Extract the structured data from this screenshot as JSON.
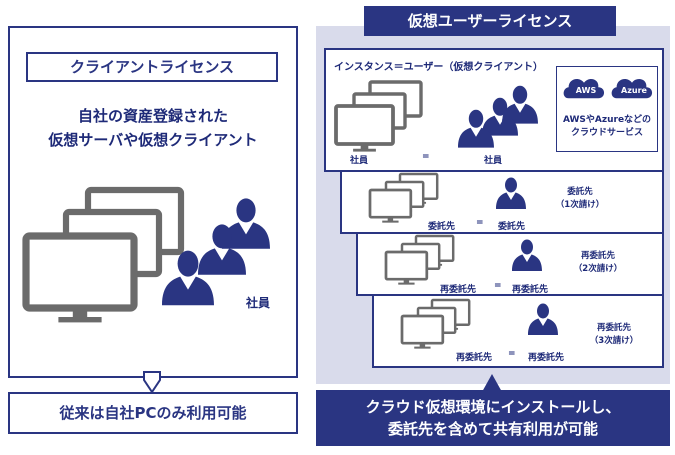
{
  "left": {
    "title": "クライアントライセンス",
    "desc_line1": "自社の資産登録された",
    "desc_line2": "仮想サーバや仮想クライアント",
    "person_label": "社員",
    "bottom": "従来は自社PCのみ利用可能"
  },
  "right": {
    "title": "仮想ユーザーライセンス",
    "header": "インスタンス＝ユーザー（仮想クライアント）",
    "cloud": {
      "aws": "AWS",
      "azure": "Azure",
      "line1": "AWSやAzureなどの",
      "line2": "クラウドサービス"
    },
    "rows": [
      {
        "left": "社員",
        "eq": "=",
        "right": "社員"
      },
      {
        "left": "委託先",
        "eq": "=",
        "right": "委託先",
        "side1": "委託先",
        "side2": "（1次請け）"
      },
      {
        "left": "再委託先",
        "eq": "=",
        "right": "再委託先",
        "side1": "再委託先",
        "side2": "（2次請け）"
      },
      {
        "left": "再委託先",
        "eq": "=",
        "right": "再委託先",
        "side1": "再委託先",
        "side2": "（3次請け）"
      }
    ],
    "bottom_line1": "クラウド仮想環境にインストールし、",
    "bottom_line2": "委託先を含めて共有利用が可能"
  },
  "colors": {
    "navy": "#2a3582",
    "lavender": "#d9dbeb",
    "gray": "#6b6b6b"
  },
  "icons": [
    "monitor-stack-icon",
    "person-group-icon",
    "cloud-icon"
  ]
}
